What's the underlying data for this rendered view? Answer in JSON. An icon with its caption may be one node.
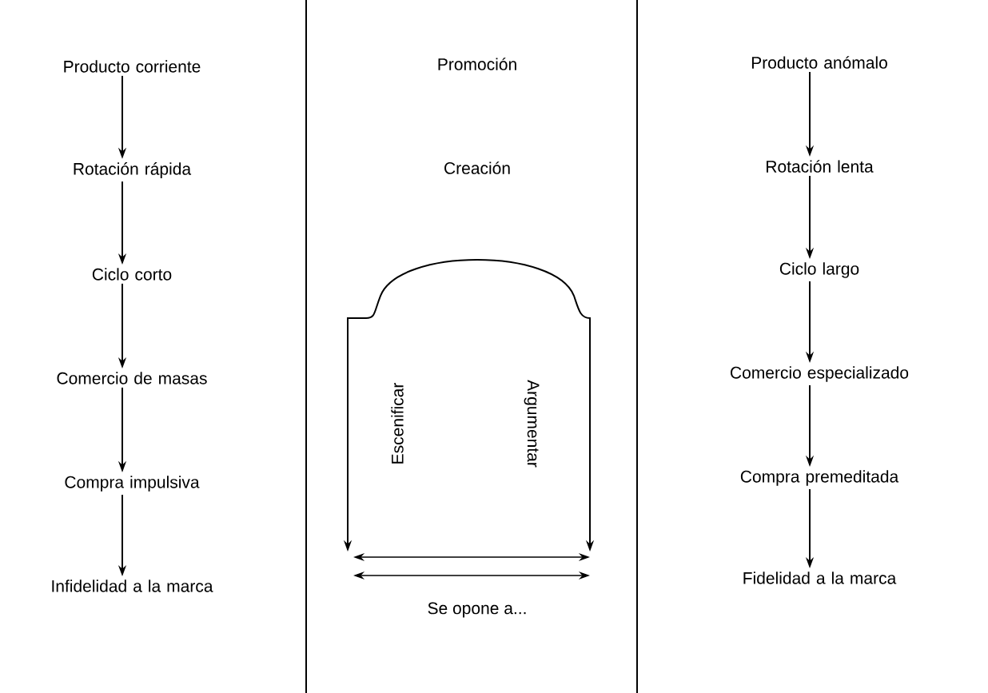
{
  "diagram": {
    "nodes": [
      {
        "text": [
          "Producto corriente"
        ]
      },
      {
        "text": [
          "Rotación rápida"
        ]
      },
      {
        "text": [
          "Ciclo corto"
        ]
      },
      {
        "text": [
          "Comercio de masas"
        ]
      },
      {
        "text": [
          "Compra impulsiva"
        ]
      },
      {
        "text": [
          "Infidelidad a la marca"
        ]
      },
      {
        "text": [
          "Producto anómalo"
        ]
      },
      {
        "text": [
          "Rotación lenta"
        ]
      },
      {
        "text": [
          "Ciclo largo"
        ]
      },
      {
        "text": [
          "Comercio especializado"
        ]
      },
      {
        "text": [
          "Compra premeditada"
        ]
      },
      {
        "text": [
          "Fidelidad a la marca"
        ]
      }
    ],
    "edges": [
      {
        "from": 0,
        "to": 1,
        "arrow": "to"
      },
      {
        "from": 1,
        "to": 2,
        "arrow": "to"
      },
      {
        "from": 2,
        "to": 3,
        "arrow": "to"
      },
      {
        "from": 3,
        "to": 4,
        "arrow": "to"
      },
      {
        "from": 4,
        "to": 5,
        "arrow": "to"
      },
      {
        "from": 6,
        "to": 7,
        "arrow": "to"
      },
      {
        "from": 7,
        "to": 8,
        "arrow": "to"
      },
      {
        "from": 8,
        "to": 9,
        "arrow": "to"
      },
      {
        "from": 9,
        "to": 10,
        "arrow": "to"
      },
      {
        "from": 10,
        "to": 11,
        "arrow": "to"
      }
    ],
    "labels": [
      "Promoción",
      "Creación",
      "Escenificar",
      "Argumentar",
      "Se opone a..."
    ]
  }
}
